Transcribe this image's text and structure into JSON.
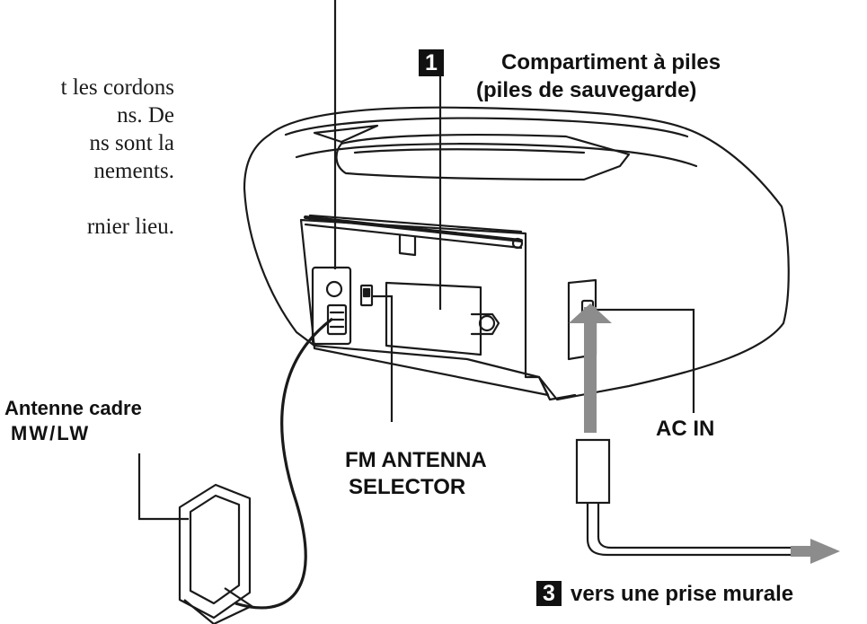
{
  "body_text": {
    "lines": [
      "t les cordons",
      "ns. De",
      "ns sont la",
      "nements.",
      "",
      "rnier lieu."
    ]
  },
  "callouts": {
    "battery": {
      "number": "1",
      "line1": "Compartiment à piles",
      "line2": "(piles de sauvegarde)"
    },
    "loop_antenna": {
      "line1": "Antenne cadre",
      "line2": "MW/LW"
    },
    "fm_selector": {
      "line1": "FM ANTENNA",
      "line2": "SELECTOR"
    },
    "ac_in": {
      "label": "AC IN"
    },
    "wall_outlet": {
      "number": "3",
      "label": "vers une prise murale"
    }
  }
}
